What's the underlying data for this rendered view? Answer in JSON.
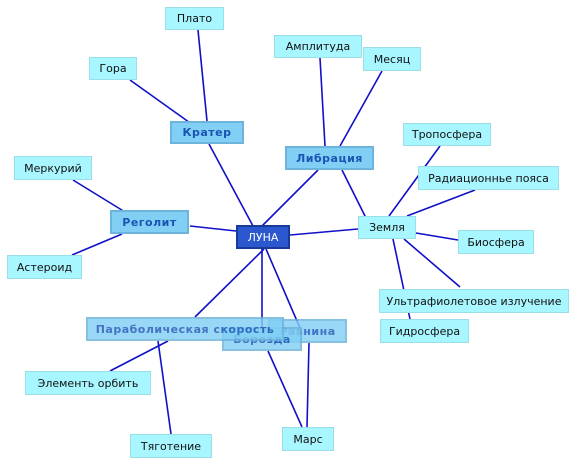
{
  "center": "ЛУНА",
  "categories": {
    "krater": "Кратер",
    "libration": "Либрация",
    "regolith": "Реголит",
    "parabolic": "Параболическая скорость",
    "furrow": "Борозда",
    "plain": "Равнина"
  },
  "leaves": {
    "plato": "Плато",
    "gora": "Гора",
    "amplitude": "Амплитуда",
    "month": "Месяц",
    "mercury": "Меркурий",
    "asteroid": "Астероид",
    "earth": "Земля",
    "troposphere": "Тропосфера",
    "radiation": "Радиационнье пояса",
    "biosphere": "Биосфера",
    "uv": "Ультрафиолетовое излучение",
    "hydrosphere": "Гидросфера",
    "orbit_element": "Элементь орбить",
    "gravity": "Тяготение",
    "mars": "Марс"
  },
  "colors": {
    "edge": "#1010c8",
    "leaf_fill": "#a8f6ff",
    "category_fill": "#82cff5",
    "center_fill": "#2b58cf"
  }
}
